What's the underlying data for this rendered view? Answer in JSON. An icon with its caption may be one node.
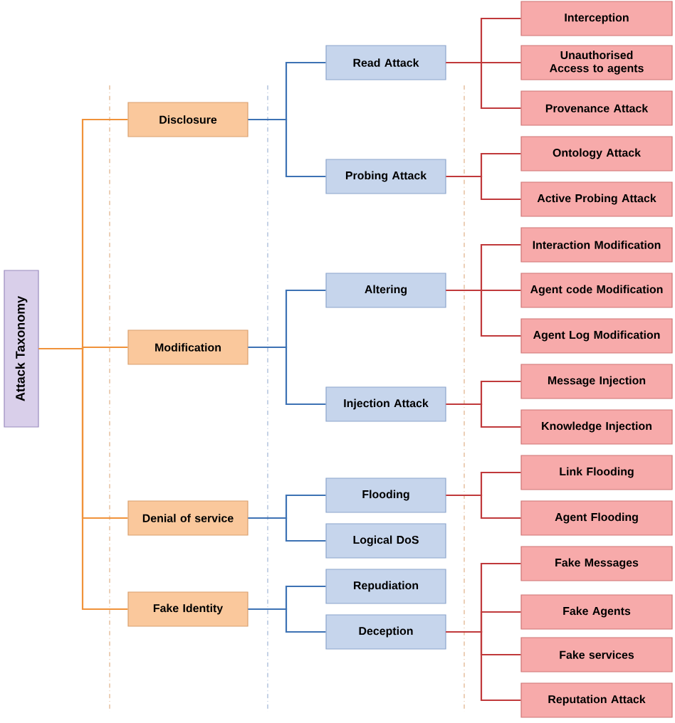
{
  "diagram": {
    "nodes": [
      {
        "text": [
          "Attack Taxonomy"
        ]
      },
      {
        "text": [
          "Disclosure"
        ]
      },
      {
        "text": [
          "Modification"
        ]
      },
      {
        "text": [
          "Denial of service"
        ]
      },
      {
        "text": [
          "Fake Identity"
        ]
      },
      {
        "text": [
          "Read Attack"
        ]
      },
      {
        "text": [
          "Probing Attack"
        ]
      },
      {
        "text": [
          "Altering"
        ]
      },
      {
        "text": [
          "Injection Attack"
        ]
      },
      {
        "text": [
          "Flooding"
        ]
      },
      {
        "text": [
          "Logical DoS"
        ]
      },
      {
        "text": [
          "Repudiation"
        ]
      },
      {
        "text": [
          "Deception"
        ]
      },
      {
        "text": [
          "Interception"
        ]
      },
      {
        "text": [
          "Unauthorised Access to agents"
        ]
      },
      {
        "text": [
          "Provenance Attack"
        ]
      },
      {
        "text": [
          "Ontology Attack"
        ]
      },
      {
        "text": [
          "Active Probing Attack"
        ]
      },
      {
        "text": [
          "Interaction Modification"
        ]
      },
      {
        "text": [
          "Agent code Modification"
        ]
      },
      {
        "text": [
          "Agent Log Modification"
        ]
      },
      {
        "text": [
          "Message Injection"
        ]
      },
      {
        "text": [
          "Knowledge Injection"
        ]
      },
      {
        "text": [
          "Link Flooding"
        ]
      },
      {
        "text": [
          "Agent Flooding"
        ]
      },
      {
        "text": [
          "Fake Messages"
        ]
      },
      {
        "text": [
          "Fake Agents"
        ]
      },
      {
        "text": [
          "Fake services"
        ]
      },
      {
        "text": [
          "Reputation Attack"
        ]
      }
    ],
    "edges": [
      {
        "from": 0,
        "to": 1,
        "arrow": "none",
        "color": "#f0923a"
      },
      {
        "from": 0,
        "to": 2,
        "arrow": "none",
        "color": "#f0923a"
      },
      {
        "from": 0,
        "to": 3,
        "arrow": "none",
        "color": "#f0923a"
      },
      {
        "from": 0,
        "to": 4,
        "arrow": "none",
        "color": "#f0923a"
      },
      {
        "from": 1,
        "to": 5,
        "arrow": "none",
        "color": "#3d72b4"
      },
      {
        "from": 1,
        "to": 6,
        "arrow": "none",
        "color": "#3d72b4"
      },
      {
        "from": 2,
        "to": 7,
        "arrow": "none",
        "color": "#3d72b4"
      },
      {
        "from": 2,
        "to": 8,
        "arrow": "none",
        "color": "#3d72b4"
      },
      {
        "from": 3,
        "to": 9,
        "arrow": "none",
        "color": "#3d72b4"
      },
      {
        "from": 3,
        "to": 10,
        "arrow": "none",
        "color": "#3d72b4"
      },
      {
        "from": 4,
        "to": 11,
        "arrow": "none",
        "color": "#3d72b4"
      },
      {
        "from": 4,
        "to": 12,
        "arrow": "none",
        "color": "#3d72b4"
      },
      {
        "from": 5,
        "to": 13,
        "arrow": "none"
      },
      {
        "from": 5,
        "to": 14,
        "arrow": "none"
      },
      {
        "from": 5,
        "to": 15,
        "arrow": "none"
      },
      {
        "from": 6,
        "to": 16,
        "arrow": "none"
      },
      {
        "from": 6,
        "to": 17,
        "arrow": "none"
      },
      {
        "from": 7,
        "to": 18,
        "arrow": "none"
      },
      {
        "from": 7,
        "to": 19,
        "arrow": "none"
      },
      {
        "from": 7,
        "to": 20,
        "arrow": "none"
      },
      {
        "from": 8,
        "to": 21,
        "arrow": "none"
      },
      {
        "from": 8,
        "to": 22,
        "arrow": "none"
      },
      {
        "from": 9,
        "to": 23,
        "arrow": "none"
      },
      {
        "from": 9,
        "to": 24,
        "arrow": "none"
      },
      {
        "from": 12,
        "to": 25,
        "arrow": "none"
      },
      {
        "from": 12,
        "to": 26,
        "arrow": "none"
      },
      {
        "from": 12,
        "to": 27,
        "arrow": "none"
      },
      {
        "from": 12,
        "to": 28,
        "arrow": "none"
      }
    ]
  }
}
